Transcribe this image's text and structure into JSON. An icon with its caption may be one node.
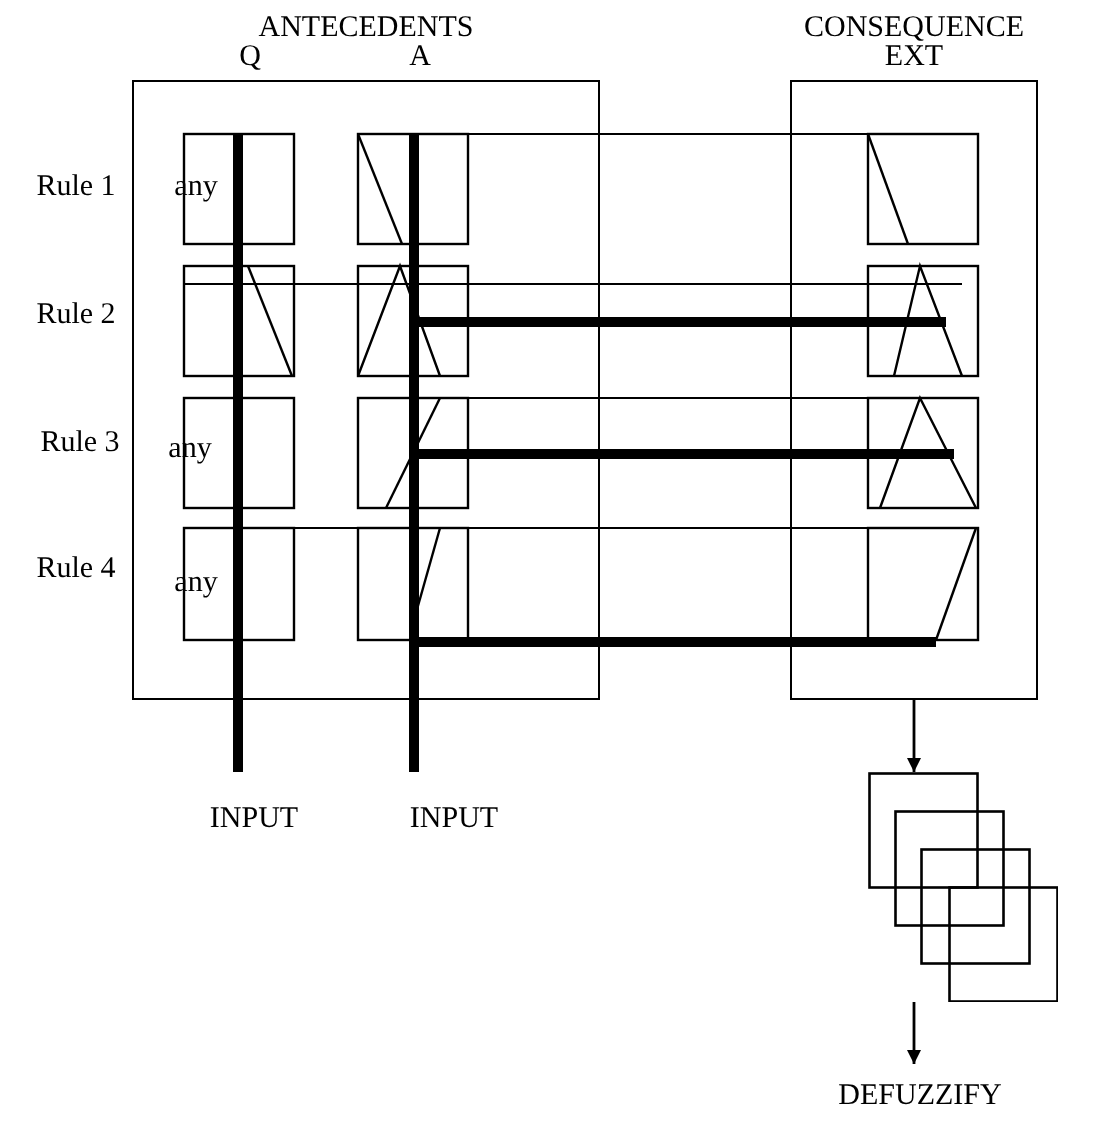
{
  "diagram": {
    "nodes": [
      {
        "text": [
          "ANTECEDENTS"
        ]
      },
      {
        "text": [
          "CONSEQUENCE"
        ]
      },
      {
        "text": [],
        "shape": "box"
      },
      {
        "text": [
          "DEFUZZIFY"
        ]
      }
    ],
    "edges": [
      {
        "from": 1,
        "to": 2,
        "arrow": "to"
      },
      {
        "from": 2,
        "to": 3,
        "arrow": "to"
      }
    ],
    "labels": [
      "Q",
      "A",
      "EXT",
      "Rule 1",
      "any",
      "Rule 2",
      "Rule 3",
      "any",
      "Rule 4",
      "any",
      "INPUT",
      "INPUT"
    ]
  }
}
